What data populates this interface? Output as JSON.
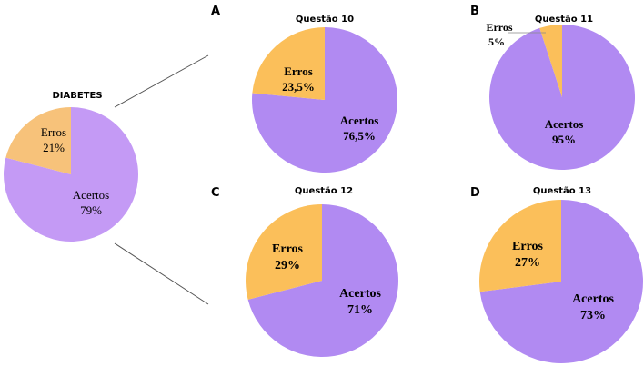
{
  "colors": {
    "acertos": "#b18af2",
    "erros": "#fbbf5a",
    "acertos_light": "#c49af5",
    "erros_light": "#f7c27a"
  },
  "chart_data": [
    {
      "type": "pie",
      "title": "DIABETES",
      "panel": "",
      "slices": [
        {
          "label": "Acertos",
          "value": 79,
          "value_text": "79%"
        },
        {
          "label": "Erros",
          "value": 21,
          "value_text": "21%"
        }
      ]
    },
    {
      "type": "pie",
      "title": "Questão 10",
      "panel": "A",
      "slices": [
        {
          "label": "Acertos",
          "value": 76.5,
          "value_text": "76,5%"
        },
        {
          "label": "Erros",
          "value": 23.5,
          "value_text": "23,5%"
        }
      ]
    },
    {
      "type": "pie",
      "title": "Questão 11",
      "panel": "B",
      "slices": [
        {
          "label": "Acertos",
          "value": 95,
          "value_text": "95%"
        },
        {
          "label": "Erros",
          "value": 5,
          "value_text": "5%"
        }
      ]
    },
    {
      "type": "pie",
      "title": "Questão 12",
      "panel": "C",
      "slices": [
        {
          "label": "Acertos",
          "value": 71,
          "value_text": "71%"
        },
        {
          "label": "Erros",
          "value": 29,
          "value_text": "29%"
        }
      ]
    },
    {
      "type": "pie",
      "title": "Questão 13",
      "panel": "D",
      "slices": [
        {
          "label": "Acertos",
          "value": 73,
          "value_text": "73%"
        },
        {
          "label": "Erros",
          "value": 27,
          "value_text": "27%"
        }
      ]
    }
  ]
}
